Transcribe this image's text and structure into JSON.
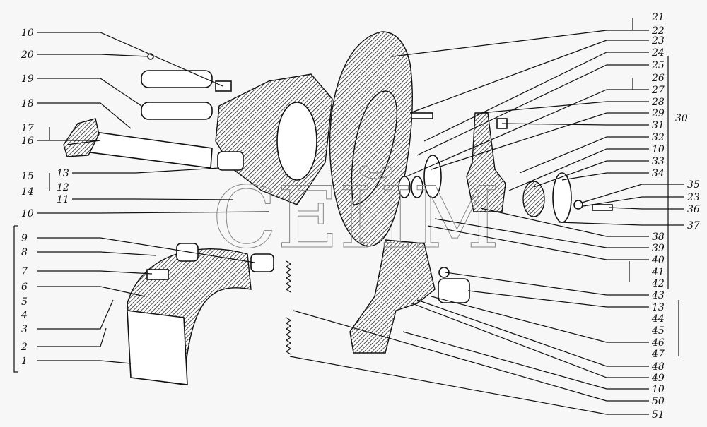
{
  "watermark": "СЕЙМ",
  "labels": [
    "10",
    "20",
    "19",
    "18",
    "17",
    "16",
    "15",
    "13",
    "14",
    "12",
    "11",
    "10",
    "9",
    "8",
    "7",
    "6",
    "5",
    "4",
    "3",
    "2",
    "1",
    "21",
    "22",
    "23",
    "24",
    "25",
    "26",
    "27",
    "28",
    "29",
    "31",
    "32",
    "10",
    "33",
    "34",
    "30",
    "35",
    "23",
    "36",
    "37",
    "38",
    "39",
    "40",
    "41",
    "42",
    "43",
    "13",
    "44",
    "45",
    "46",
    "47",
    "48",
    "49",
    "10",
    "50",
    "51"
  ]
}
